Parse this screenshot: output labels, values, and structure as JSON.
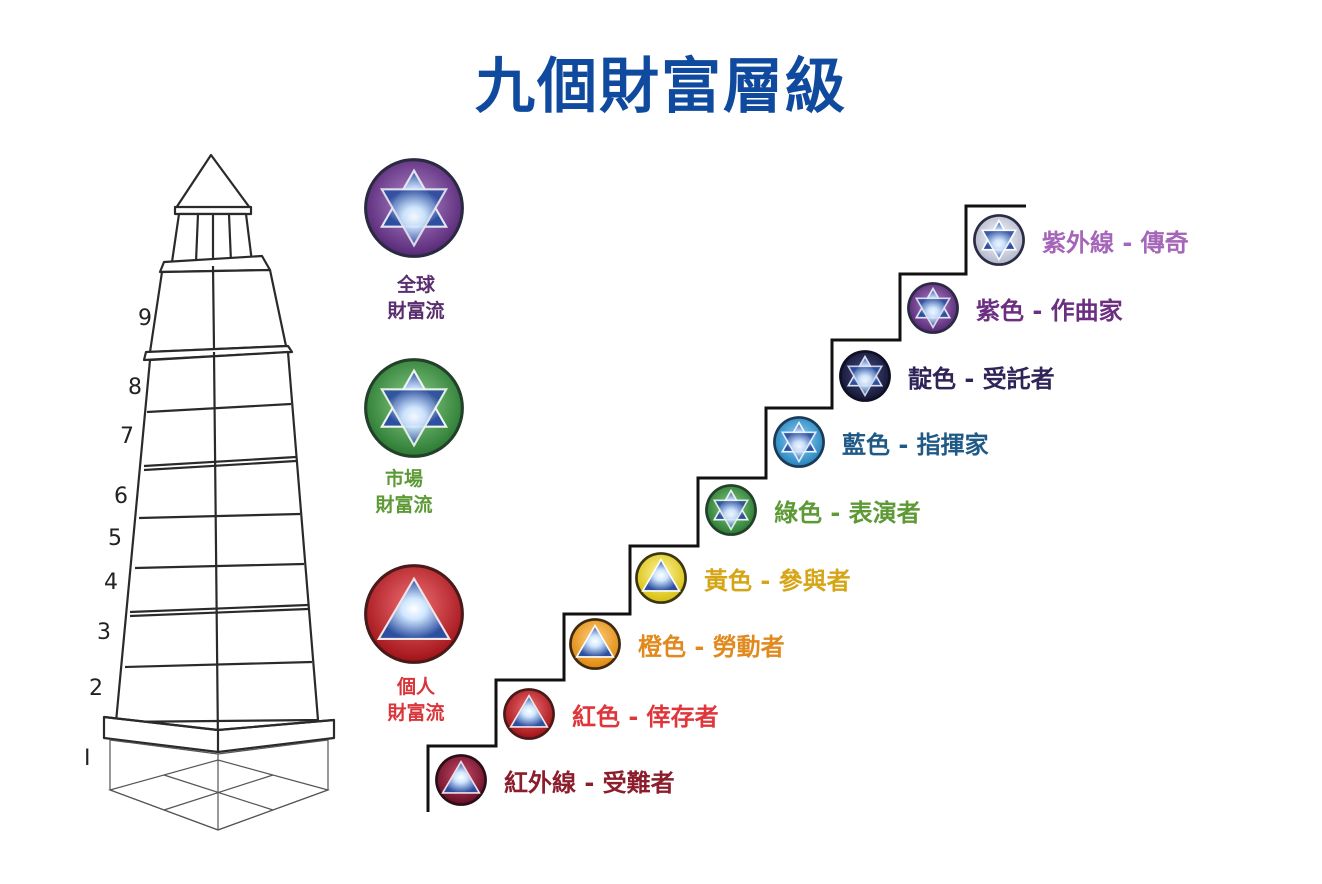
{
  "title": "九個財富層級",
  "tower": {
    "floor_numbers": [
      "9",
      "8",
      "7",
      "6",
      "5",
      "4",
      "3",
      "2",
      "I"
    ]
  },
  "streams": [
    {
      "line1": "全球",
      "line2": "財富流",
      "color": "#5a2d6e",
      "emblem": "purple-star-emblem"
    },
    {
      "line1": "市場",
      "line2": "財富流",
      "color": "#5d9a36",
      "emblem": "green-star-emblem"
    },
    {
      "line1": "個人",
      "line2": "財富流",
      "color": "#d9353a",
      "emblem": "red-triangle-emblem"
    }
  ],
  "levels": [
    {
      "label": "紫外線 - 傳奇",
      "color": "#a565b8",
      "emblem": "ultraviolet-star-emblem"
    },
    {
      "label": "紫色 - 作曲家",
      "color": "#6b2f82",
      "emblem": "purple-star-emblem"
    },
    {
      "label": "靛色 - 受託者",
      "color": "#2f2357",
      "emblem": "indigo-star-emblem"
    },
    {
      "label": "藍色 - 指揮家",
      "color": "#1f5a86",
      "emblem": "blue-star-emblem"
    },
    {
      "label": "綠色 - 表演者",
      "color": "#5d9a36",
      "emblem": "green-star-emblem"
    },
    {
      "label": "黃色 - 參與者",
      "color": "#d6a516",
      "emblem": "yellow-triangle-emblem"
    },
    {
      "label": "橙色 - 勞動者",
      "color": "#e08a1e",
      "emblem": "orange-triangle-emblem"
    },
    {
      "label": "紅色 - 倖存者",
      "color": "#e0353a",
      "emblem": "red-triangle-emblem"
    },
    {
      "label": "紅外線 - 受難者",
      "color": "#8b1d2c",
      "emblem": "infrared-triangle-emblem"
    }
  ],
  "colors": {
    "title": "#0f4a9e",
    "ultraviolet": "#d6d6e6",
    "purple": "#7a3f9a",
    "indigo": "#2a2c5a",
    "blue": "#3fa6dc",
    "green": "#3e9a4c",
    "yellow": "#e8d21e",
    "orange": "#f0a12a",
    "red": "#d8252c",
    "infrared": "#8c1d3a"
  }
}
